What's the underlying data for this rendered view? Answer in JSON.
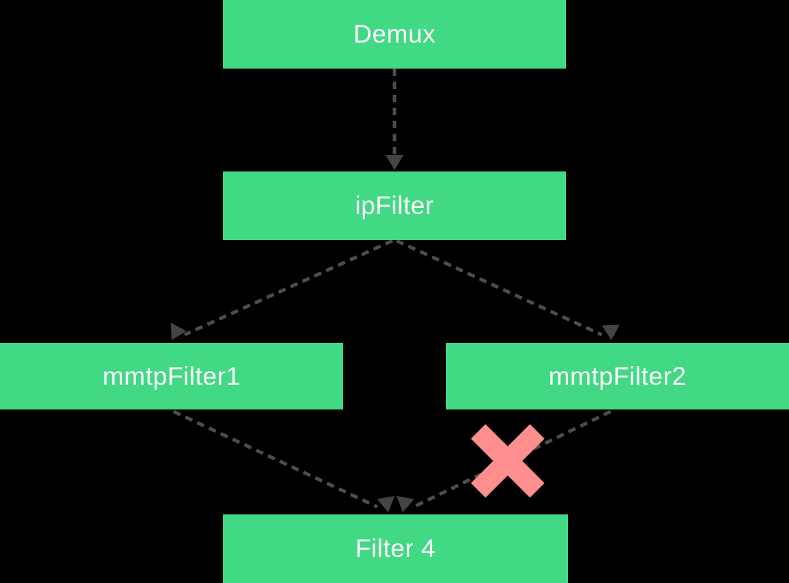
{
  "colors": {
    "background": "#000000",
    "node_fill": "#41d983",
    "node_text": "#ffffff",
    "edge": "#4d4d4d",
    "arrowhead": "#444444",
    "cross": "#ff8e8e"
  },
  "nodes": [
    {
      "id": "demux",
      "label": "Demux"
    },
    {
      "id": "ipFilter",
      "label": "ipFilter"
    },
    {
      "id": "mmtpFilter1",
      "label": "mmtpFilter1"
    },
    {
      "id": "mmtpFilter2",
      "label": "mmtpFilter2"
    },
    {
      "id": "filter4",
      "label": "Filter 4"
    }
  ],
  "edges": [
    {
      "from": "Demux",
      "to": "ipFilter",
      "style": "dashed",
      "blocked": false
    },
    {
      "from": "ipFilter",
      "to": "mmtpFilter1",
      "style": "dashed",
      "blocked": false
    },
    {
      "from": "ipFilter",
      "to": "mmtpFilter2",
      "style": "dashed",
      "blocked": false
    },
    {
      "from": "mmtpFilter1",
      "to": "Filter 4",
      "style": "dashed",
      "blocked": false
    },
    {
      "from": "mmtpFilter2",
      "to": "Filter 4",
      "style": "dashed",
      "blocked": true
    }
  ]
}
